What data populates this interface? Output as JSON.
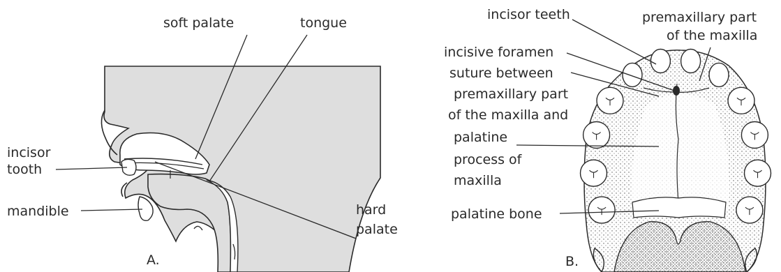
{
  "colors": {
    "ink": "#2a2a2a",
    "shade": "#dedede",
    "paper": "#ffffff"
  },
  "panel_a": {
    "panel_label": "A.",
    "labels": {
      "soft_palate": "soft palate",
      "tongue": "tongue",
      "incisor_tooth_line1": "incisor",
      "incisor_tooth_line2": "tooth",
      "mandible": "mandible",
      "hard_palate_line1": "hard",
      "hard_palate_line2": "palate"
    }
  },
  "panel_b": {
    "panel_label": "B.",
    "labels": {
      "incisor_teeth": "incisor teeth",
      "premaxillary_line1": "premaxillary part",
      "premaxillary_line2": "of the maxilla",
      "incisive_foramen": "incisive foramen",
      "suture_line1": "suture between",
      "suture_line2": "premaxillary part",
      "suture_line3": "of the maxilla and",
      "palatine_process_line1": "palatine",
      "palatine_process_line2": "process of",
      "palatine_process_line3": "maxilla",
      "palatine_bone": "palatine bone"
    }
  }
}
